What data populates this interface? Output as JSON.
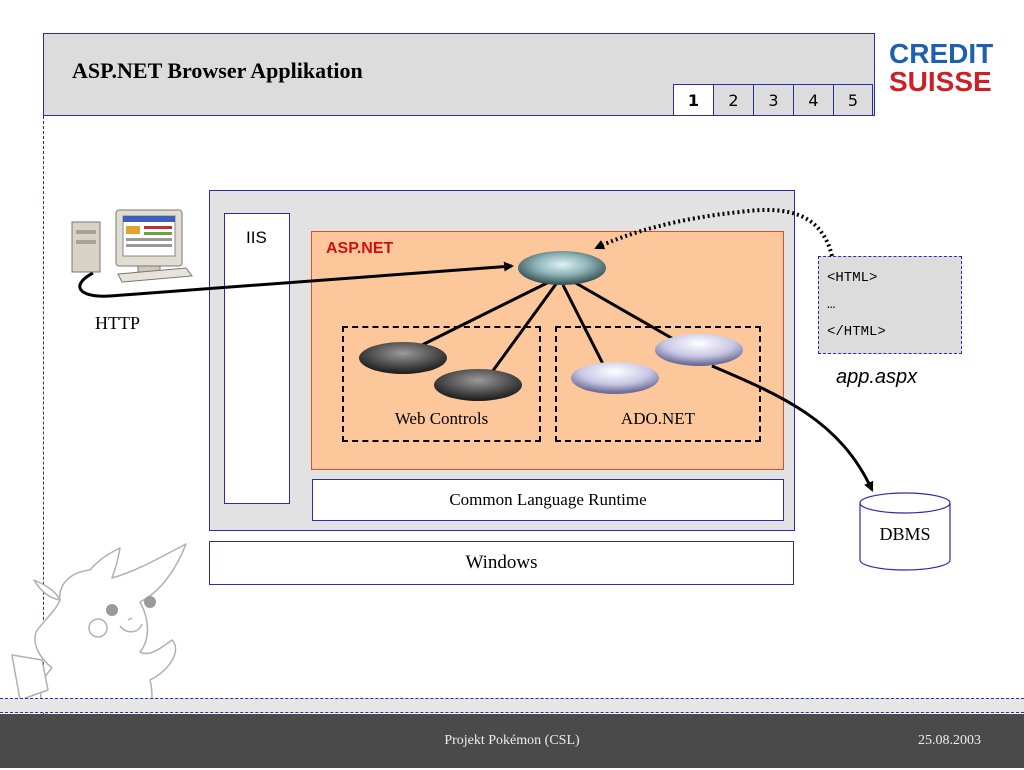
{
  "header": {
    "title": "ASP.NET Browser Applikation",
    "pages": [
      "1",
      "2",
      "3",
      "4",
      "5"
    ],
    "active_page": "1"
  },
  "logo": {
    "line1": "CREDIT",
    "line2": "SUISSE",
    "color1": "#1d5fb0",
    "color2": "#cc1f26"
  },
  "diagram": {
    "client_label": "HTTP",
    "iis_label": "IIS",
    "aspnet_label": "ASP.NET",
    "web_controls_label": "Web Controls",
    "ado_net_label": "ADO.NET",
    "clr_label": "Common Language Runtime",
    "windows_label": "Windows",
    "html_file_lines": [
      "<HTML>",
      "…",
      "</HTML>"
    ],
    "file_name": "app.aspx",
    "dbms_label": "DBMS"
  },
  "footer": {
    "project": "Projekt Pokémon (CSL)",
    "date": "25.08.2003"
  },
  "colors": {
    "border_blue": "#2b2bb0",
    "aspnet_fill": "#fcc79b",
    "aspnet_border": "#e64a2e",
    "aspnet_label": "#d01010"
  }
}
